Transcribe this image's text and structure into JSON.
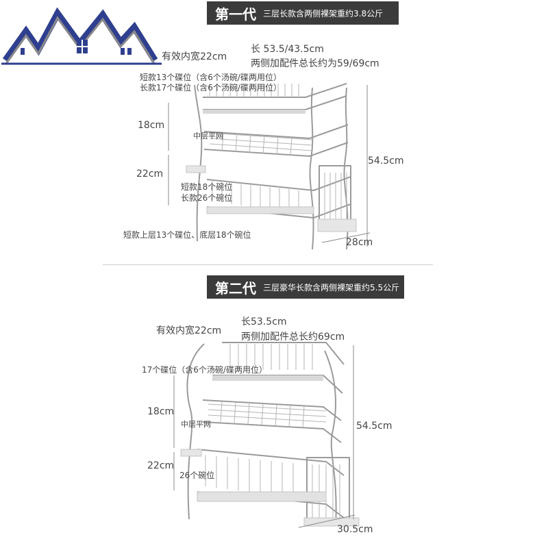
{
  "gen1": {
    "title": "第一代",
    "subtitle": "三层长款含两侧裸架重约3.8公斤",
    "inner_width": "有效内宽22cm",
    "length": "长 53.5/43.5cm",
    "total_length": "两侧加配件总长约为59/69cm",
    "plates_short": "短款13个碟位（含6个汤碗/碟两用位）",
    "plates_long": "长款17个碟位（含6个汤碗/碟两用位）",
    "height_top": "18cm",
    "middle_mesh": "中层平网",
    "height_bottom": "22cm",
    "bowls_short": "短款18个碗位",
    "bowls_long": "长款26个碗位",
    "total_height": "54.5cm",
    "depth": "28cm",
    "note": "短款上层13个碟位、底层18个碗位"
  },
  "gen2": {
    "title": "第二代",
    "subtitle": "三层豪华长款含两侧裸架重约5.5公斤",
    "inner_width": "有效内宽22cm",
    "length": "长53.5cm",
    "total_length": "两侧加配件总长约69cm",
    "plates": "17个碟位（含6个汤碗/碟两用位）",
    "height_top": "18cm",
    "middle_mesh": "中层平网",
    "height_bottom": "22cm",
    "bowls": "26个碗位",
    "total_height": "54.5cm",
    "depth": "30.5cm"
  },
  "colors": {
    "banner": "#3b3b3b",
    "logo_blue": "#2f3f8f",
    "logo_gray": "#8a8a8a",
    "steel": "#9a9a9a"
  }
}
